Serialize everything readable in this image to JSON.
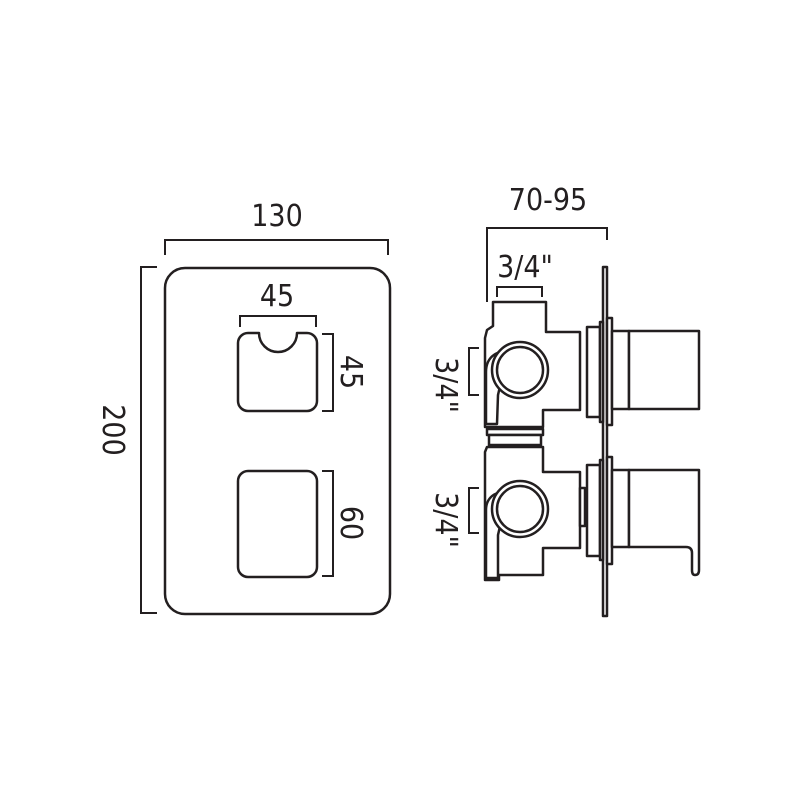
{
  "front_view": {
    "width_label": "130",
    "height_label": "200",
    "upper_handle_width_label": "45",
    "upper_handle_height_label": "45",
    "lower_handle_height_label": "60"
  },
  "side_view": {
    "depth_label": "70-95",
    "top_inlet_label": "3/4\"",
    "upper_outlet_label": "3/4\"",
    "lower_outlet_label": "3/4\""
  },
  "colors": {
    "line": "#231f20",
    "background": "#ffffff"
  }
}
